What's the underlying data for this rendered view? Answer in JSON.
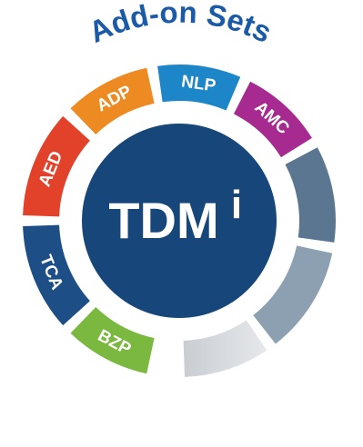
{
  "title": {
    "text": "Add-on Sets",
    "color": "#1a5aa6"
  },
  "center": {
    "label": "TDM",
    "superscript": "i",
    "color": "#17477a"
  },
  "segments": [
    {
      "key": "tca",
      "label": "TCA",
      "color": "#1d4f86"
    },
    {
      "key": "aed",
      "label": "AED",
      "color": "#e2412a"
    },
    {
      "key": "adp",
      "label": "ADP",
      "color": "#ee8a22"
    },
    {
      "key": "nlp",
      "label": "NLP",
      "color": "#1d86c8"
    },
    {
      "key": "amc",
      "label": "AMC",
      "color": "#a62a8f"
    },
    {
      "key": "bzp",
      "label": "BZP",
      "color": "#7ab840"
    }
  ],
  "placeholder_colors": [
    "#5a7690",
    "#8ca0b2",
    "#d8dce1"
  ]
}
